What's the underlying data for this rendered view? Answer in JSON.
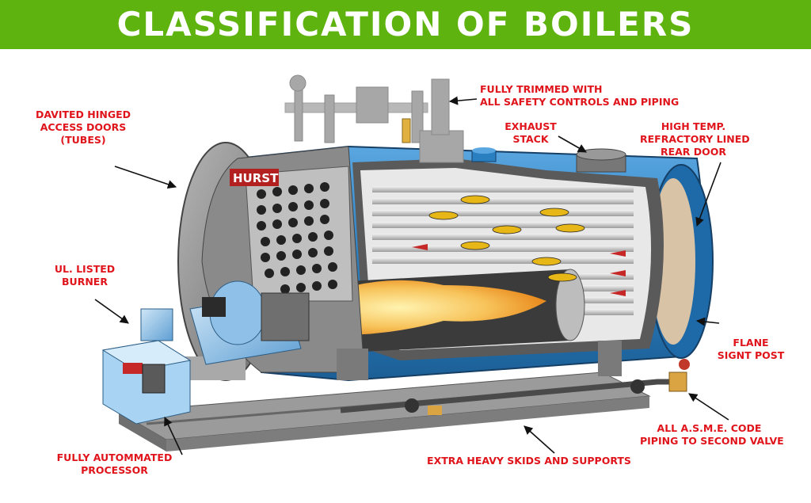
{
  "title": "CLASSIFICATION OF BOILERS",
  "colors": {
    "banner": "#5fb30f",
    "label_text": "#e0141b",
    "shell_blue": "#2a7fc1",
    "casing_gray": "#8c8c8c",
    "flame": "#f5a623",
    "burner_blue": "#7bb7e6"
  },
  "labels": {
    "davited_doors": [
      "DAVITED HINGED",
      "ACCESS DOORS",
      "(TUBES)"
    ],
    "trimmed": [
      "FULLY TRIMMED WITH",
      "ALL SAFETY CONTROLS AND PIPING"
    ],
    "exhaust": [
      "EXHAUST",
      "STACK"
    ],
    "rear_door": [
      "HIGH TEMP.",
      "REFRACTORY LINED",
      "REAR DOOR"
    ],
    "burner": [
      "UL. LISTED",
      "BURNER"
    ],
    "sight_post": [
      "FLANE",
      "SIGNT POST"
    ],
    "asme_piping": [
      "ALL A.S.M.E. CODE",
      "PIPING TO SECOND VALVE"
    ],
    "processor": [
      "FULLY AUTOMMATED",
      "PROCESSOR"
    ],
    "skids": [
      "EXTRA HEAVY SKIDS AND SUPPORTS"
    ]
  },
  "branding": {
    "door_logo": "HURST"
  }
}
